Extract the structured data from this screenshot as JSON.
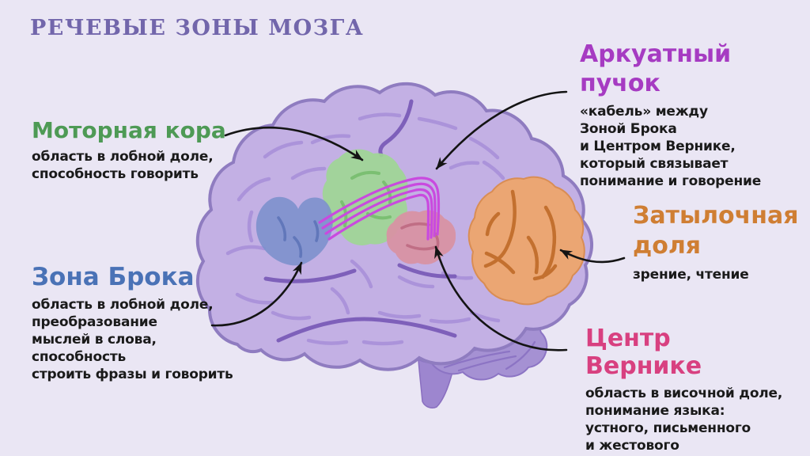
{
  "page": {
    "title": "РЕЧЕВЫЕ ЗОНЫ МОЗГА"
  },
  "colors": {
    "background": "#eae6f4",
    "title": "#7266ab",
    "body_text": "#1a1a1a",
    "motor_green": "#4e9a55",
    "broca_blue": "#4a72b6",
    "arcuate_magenta": "#a63bc2",
    "occipital_orange": "#cf7e33",
    "wernicke_pink": "#d84080"
  },
  "brain": {
    "base_color": "#c3b0e4",
    "outline_color": "#8f7cc0",
    "regions": {
      "motor_cortex": "#9fd695",
      "broca_area": "#7b90cc",
      "wernicke_center": "#d892a3",
      "occipital_lobe": "#eba673",
      "arcuate_fasciculus": "#c94adf"
    }
  },
  "annotations": {
    "motor_cortex": {
      "title": "Моторная кора",
      "description": "область в лобной доле,\nспособность говорить"
    },
    "broca": {
      "title": "Зона Брока",
      "description": "область в лобной доле,\nпреобразование\nмыслей в слова,\nспособность\nстроить фразы и говорить"
    },
    "arcuate": {
      "title": "Аркуатный\nпучок",
      "description": "«кабель» между\nЗоной Брока\nи Центром Вернике,\nкоторый связывает\nпонимание и говорение"
    },
    "occipital": {
      "title": "Затылочная\nдоля",
      "description": "зрение, чтение"
    },
    "wernicke": {
      "title": "Центр Вернике",
      "description": "область в височной доле,\nпонимание языка:\nустного, письменного\nи жестового"
    }
  }
}
